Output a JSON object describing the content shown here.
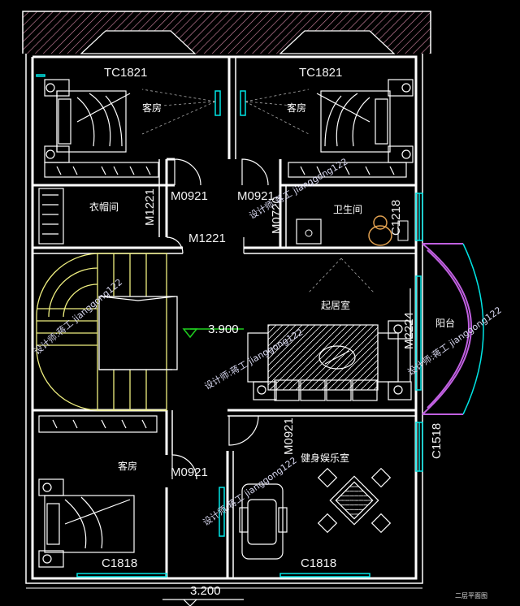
{
  "labels": {
    "window_tc1821_left": "TC1821",
    "window_tc1821_right": "TC1821",
    "guest_room_left": "客房",
    "guest_room_right": "客房",
    "guest_room_bottom": "客房",
    "cloakroom": "衣帽间",
    "bathroom": "卫生间",
    "living_room": "起居室",
    "balcony": "阳台",
    "fitness_room": "健身娱乐室",
    "door_m0921_a": "M0921",
    "door_m0921_b": "M0921",
    "door_m0921_c": "M0921",
    "door_m0921_d": "M0921",
    "door_m0720": "M0720",
    "door_m1221_vertical": "M1221",
    "door_m1221_horizontal": "M1221",
    "door_m2224": "M2224",
    "window_c1218": "C1218",
    "window_c1518": "C1518",
    "window_c1818_left": "C1818",
    "window_c1818_right": "C1818",
    "elevation_3900": "3.900",
    "elevation_3200": "3.200",
    "drawing_title": "二层平面图"
  },
  "watermark": {
    "text": "设计师:蒋工 jianggong122"
  },
  "colors": {
    "background": "#000000",
    "wall": "#ffffff",
    "furniture": "#ffffff",
    "window_cyan": "#00e5e5",
    "stair_yellow": "#f0f080",
    "balcony_magenta": "#c060e0",
    "roof_hatch_pink": "#d88aa8",
    "door_swing": "#ffffff",
    "elevation_marker": "#20d020",
    "fixture_orange": "#e0a050"
  }
}
